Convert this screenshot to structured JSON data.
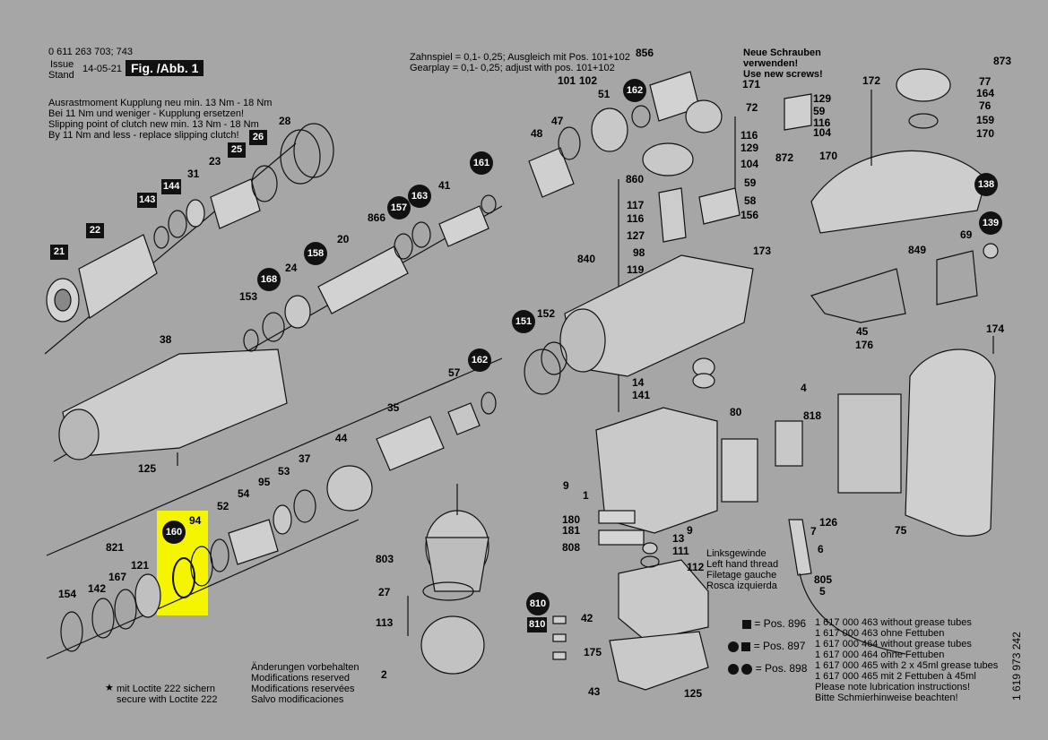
{
  "header": {
    "doc_number": "0 611 263 703; 743",
    "issue_label": "Issue",
    "stand_label": "Stand",
    "date": "14-05-21",
    "fig_label": "Fig. /Abb. 1",
    "clutch_note": [
      "Ausrastmoment Kupplung neu min. 13 Nm - 18 Nm",
      "Bei 11 Nm und weniger - Kupplung ersetzen!",
      "Slipping point of clutch new min. 13 Nm - 18 Nm",
      "By 11 Nm and less - replace slipping clutch!"
    ],
    "gear_note": [
      "Zahnspiel = 0,1- 0,25; Ausgleich mit Pos. 101+102",
      "Gearplay  = 0,1- 0,25; adjust with pos. 101+102"
    ],
    "screw_note": [
      "Neue Schrauben",
      "verwenden!",
      "Use new screws!"
    ]
  },
  "thread_note": [
    "Linksgewinde",
    "Left hand thread",
    "Filetage gauche",
    "Rosca izquierda"
  ],
  "changes_note": [
    "Änderungen vorbehalten",
    "Modifications reserved",
    "Modifications reservées",
    "Salvo modificaciones"
  ],
  "loctite_note": {
    "symbol": "★",
    "line1": "mit Loctite 222 sichern",
    "line2": "secure with Loctite 222"
  },
  "legend": {
    "rows": [
      {
        "pos": "= Pos.  896",
        "text": "1 617 000 463 without grease tubes"
      },
      {
        "pos": "",
        "text": "1 617 000 463 ohne Fettuben"
      },
      {
        "pos": "= Pos.  897",
        "text": "1 617 000 464 without grease tubes"
      },
      {
        "pos": "",
        "text": "1 617 000 464 ohne Fettuben"
      },
      {
        "pos": "= Pos.  898",
        "text": "1 617 000 465 with 2 x 45ml grease tubes"
      },
      {
        "pos": "",
        "text": "1 617 000 465 mit 2 Fettuben à 45ml"
      },
      {
        "pos": "",
        "text": "Please note lubrication instructions!"
      },
      {
        "pos": "",
        "text": "Bitte Schmierhinweise beachten!"
      }
    ]
  },
  "side_code": "1 619 973 242",
  "highlighted_part": "160",
  "labels": {
    "p28": "28",
    "p26": "26",
    "p25": "25",
    "p23": "23",
    "p31": "31",
    "p144": "144",
    "p143": "143",
    "p22": "22",
    "p21": "21",
    "p866": "866",
    "p157": "157",
    "p163": "163",
    "p41": "41",
    "p161": "161",
    "p20": "20",
    "p158": "158",
    "p168": "168",
    "p24": "24",
    "p153": "153",
    "p38": "38",
    "p125a": "125",
    "p57": "57",
    "p162a": "162",
    "p35": "35",
    "p44": "44",
    "p37": "37",
    "p53": "53",
    "p95": "95",
    "p54": "54",
    "p52": "52",
    "p94": "94",
    "p160": "160",
    "p821": "821",
    "p167": "167",
    "p121": "121",
    "p142": "142",
    "p154": "154",
    "p856": "856",
    "p101": "101",
    "p102": "102",
    "p51": "51",
    "p162b": "162",
    "p47": "47",
    "p48": "48",
    "p860": "860",
    "p171": "171",
    "p72": "72",
    "p129a": "129",
    "p59a": "59",
    "p116a": "116",
    "p104a": "104",
    "p116b": "116",
    "p129b": "129",
    "p104b": "104",
    "p59b": "59",
    "p58": "58",
    "p156": "156",
    "p872": "872",
    "p117": "117",
    "p116c": "116",
    "p127": "127",
    "p98": "98",
    "p119": "119",
    "p840": "840",
    "p173": "173",
    "p151": "151",
    "p152": "152",
    "p14": "14",
    "p141": "141",
    "p9a": "9",
    "p1": "1",
    "p180": "180",
    "p181": "181",
    "p808": "808",
    "p9b": "9",
    "p80": "80",
    "p4": "4",
    "p818": "818",
    "p126": "126",
    "p7": "7",
    "p6": "6",
    "p805": "805",
    "p5": "5",
    "p803": "803",
    "p27": "27",
    "p113": "113",
    "p2": "2",
    "p13": "13",
    "p111": "111",
    "p112": "112",
    "p42": "42",
    "p175": "175",
    "p810a": "810",
    "p810b": "810",
    "p43": "43",
    "p125b": "125",
    "p873": "873",
    "p77": "77",
    "p164": "164",
    "p76": "76",
    "p159": "159",
    "p170a": "170",
    "p172": "172",
    "p170b": "170",
    "p138": "138",
    "p139": "139",
    "p69": "69",
    "p849": "849",
    "p45": "45",
    "p176": "176",
    "p174": "174",
    "p75": "75"
  }
}
